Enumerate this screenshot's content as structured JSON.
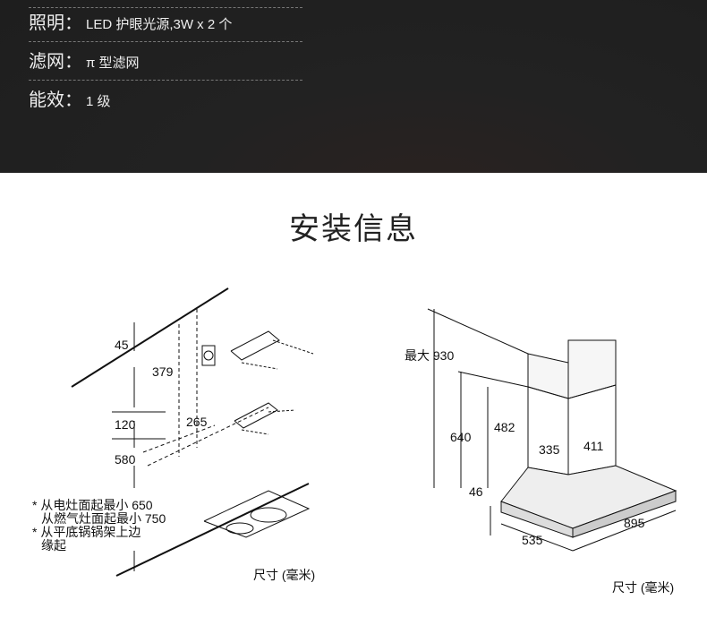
{
  "specs": [
    {
      "label": "照明：",
      "value": "LED 护眼光源,3W x 2 个"
    },
    {
      "label": "滤网：",
      "value": "π 型滤网"
    },
    {
      "label": "能效：",
      "value": "1 级"
    }
  ],
  "section_title": "安装信息",
  "left_diagram": {
    "dims": [
      "45",
      "379",
      "120",
      "265",
      "580"
    ],
    "notes": [
      "* 从电灶面起最小 650",
      "从燃气灶面起最小 750",
      "* 从平底锅锅架上边",
      "缘起"
    ],
    "unit": "尺寸 (毫米)"
  },
  "right_diagram": {
    "dims": [
      "最大 930",
      "640",
      "482",
      "335",
      "411",
      "46",
      "535",
      "895"
    ],
    "unit": "尺寸 (毫米)"
  }
}
